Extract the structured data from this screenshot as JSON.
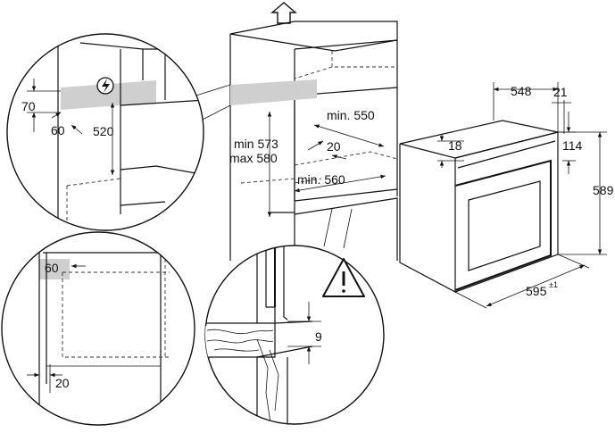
{
  "labels": {
    "min550": "min. 550",
    "d20_center": "20",
    "min560": "min. 560",
    "min573": "min 573",
    "max580": "max 580",
    "d548": "548",
    "d21": "21",
    "d18": "18",
    "d114": "114",
    "d589": "589",
    "d595": "595",
    "d595_tol": "±1",
    "d9": "9",
    "z1_70": "70",
    "z1_60": "60",
    "z1_520": "520",
    "z2_60": "60",
    "z2_20": "20"
  },
  "icons": [
    "up-arrow-icon",
    "electrical-hazard-icon",
    "warning-triangle-icon"
  ]
}
